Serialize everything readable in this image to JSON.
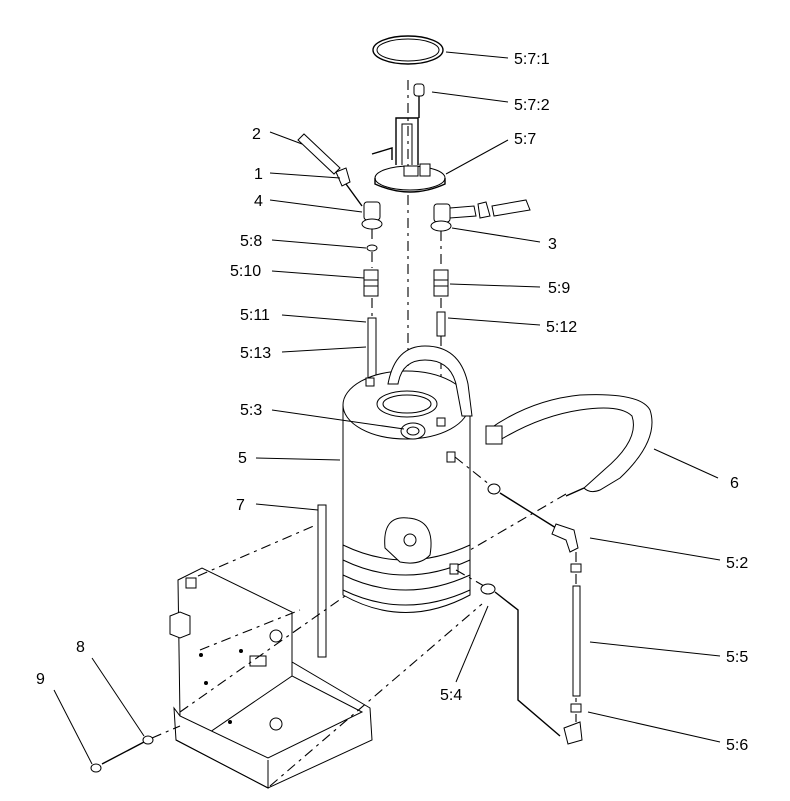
{
  "callouts": {
    "c571": "5:7:1",
    "c572": "5:7:2",
    "c57": "5:7",
    "c2": "2",
    "c1": "1",
    "c4": "4",
    "c3": "3",
    "c58": "5:8",
    "c510": "5:10",
    "c59": "5:9",
    "c511": "5:11",
    "c512": "5:12",
    "c513": "5:13",
    "c53": "5:3",
    "c5": "5",
    "c6": "6",
    "c7": "7",
    "c52": "5:2",
    "c55": "5:5",
    "c54": "5:4",
    "c56": "5:6",
    "c8": "8",
    "c9": "9"
  }
}
